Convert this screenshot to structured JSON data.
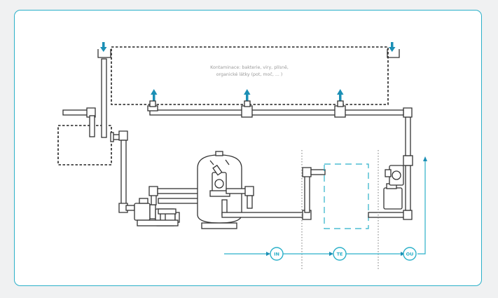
{
  "diagram": {
    "caption_line1": "Kontaminace: bakterie, viry, plísně,",
    "caption_line2": "organické látky (pot, moč, ... )",
    "stations": [
      {
        "label": "IN"
      },
      {
        "label": "TE"
      },
      {
        "label": "OU"
      }
    ]
  },
  "colors": {
    "accent": "#2bb0c9",
    "arrow": "#1b8fb5",
    "line": "#333333",
    "caption": "#9a9a9a"
  },
  "icons": [
    "down-arrow-icon",
    "up-arrow-icon",
    "sand-filter-icon",
    "pump-icon",
    "dosing-pump-icon"
  ]
}
